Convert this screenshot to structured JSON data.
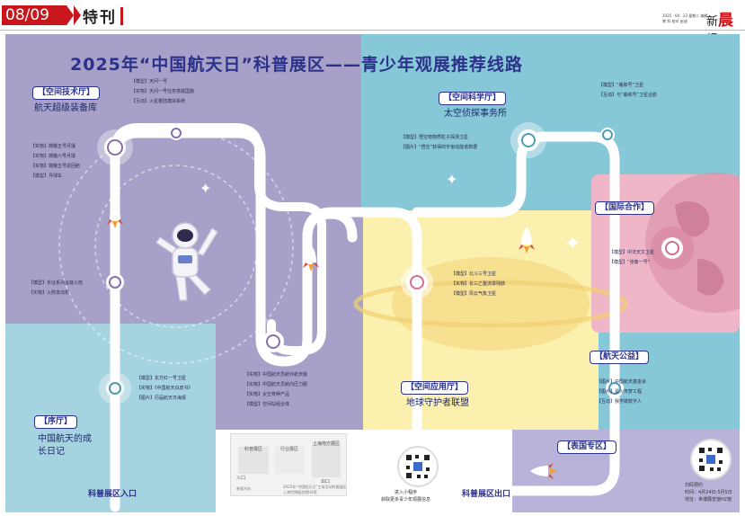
{
  "masthead": {
    "date": "08/09",
    "section": "特刊",
    "meta": "2025 · 04 · 22  星期二  编辑 曾 科  校对 赵迪",
    "brand_prefix": "新",
    "brand_main": "晨",
    "brand_suffix": "报"
  },
  "title": "2025年“中国航天日”科普展区——青少年观展推荐线路",
  "halls": {
    "tech": {
      "tag": "【空间技术厅】",
      "sub": "航天超级装备库"
    },
    "science": {
      "tag": "【空间科学厅】",
      "sub": "太空侦探事务所"
    },
    "international": {
      "tag": "【国际合作】"
    },
    "application": {
      "tag": "【空间应用厅】",
      "sub": "地球守护者联盟"
    },
    "public": {
      "tag": "【航天公益】"
    },
    "prologue": {
      "tag": "【序厅】",
      "sub": "中国航天的成长日记"
    },
    "feature": {
      "tag": "【表国专区】"
    }
  },
  "item_groups": {
    "top_left": [
      "【模型】天问一号",
      "【实物】天问一号任务搭载国旗",
      "【互动】火星着陆模拟系统"
    ],
    "left_mid": [
      "【实物】嫦娥五号月壤",
      "【实物】嫦娥六号月壤",
      "【实物】嫦娥五号返回舱",
      "【模型】月球车"
    ],
    "left_low": [
      "【模型】长征系列运载火箭",
      "【实物】火箭发动机"
    ],
    "prologue_items": [
      "【模型】东方红一号卫星",
      "【实物】《中国航天白皮书》",
      "【图片】历届航天日海报"
    ],
    "center_low": [
      "【实物】中国航天员舱外航天服",
      "【实物】中国航天员舱内压力服",
      "【实物】太空育种产品",
      "【模型】空间站组合体"
    ],
    "science_items": [
      "【模型】悟空暗物质粒子探测卫星",
      "【图片】“悟空”获得的宇宙线能谱数据"
    ],
    "top_right": [
      "【模型】“羲和号”卫星",
      "【互动】与“羲和号”卫星合影"
    ],
    "application_items": [
      "【模型】北斗三号卫星",
      "【实物】长三乙整流罩残骸",
      "【模型】风云气象卫星"
    ],
    "intl_items": [
      "【模型】中法天文卫星",
      "【模型】“张衡一号”"
    ],
    "public_items": [
      "【图片】中国航天基金会",
      "【图片】星火传梦工程",
      "【互动】我学做数字人"
    ]
  },
  "legend": {
    "left": "科普展区",
    "mid": "行业展区",
    "right": "上海地方展区",
    "entry": "入口",
    "exit": "出口",
    "direction": "参观方向",
    "footnote_1": "2025年“中国航天日”主场活动科普展区",
    "footnote_2": "上海世博展览馆H2馆"
  },
  "qr_left": {
    "caption_1": "进入小程序",
    "caption_2": "获取更多青少年观展信息"
  },
  "qr_right": {
    "caption_1": "扫码预约",
    "caption_2": "时间：4月24日-5月5日",
    "caption_3": "地址：世博展览馆H2馆"
  },
  "entries": {
    "entrance": "科普展区入口",
    "exit": "科普展区出口"
  },
  "colors": {
    "purple": "#a7a1c9",
    "teal": "#86c7d8",
    "yellow": "#fbf0ae",
    "pink": "#eeb6c6",
    "navy": "#2c3289",
    "route": "#ffffff",
    "red": "#c8161d"
  },
  "icons": [
    "astronaut-icon",
    "rocket-icon",
    "star-icon",
    "globe-icon",
    "planet-icon",
    "qr-code-icon"
  ]
}
